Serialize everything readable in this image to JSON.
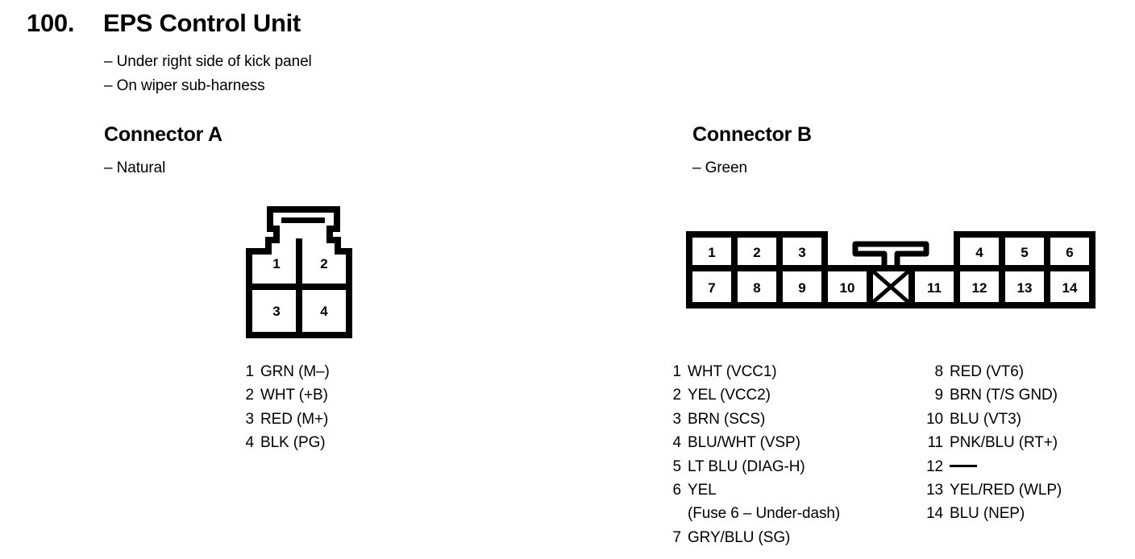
{
  "page": {
    "title_number": "100.",
    "title_text": "EPS Control Unit",
    "location_lines": [
      "– Under right side of kick panel",
      "– On wiper sub-harness"
    ],
    "ink_color": "#000000",
    "background_color": "#ffffff"
  },
  "connector_a": {
    "heading": "Connector A",
    "color_note": "– Natural",
    "cells": {
      "top_row": [
        "1",
        "2"
      ],
      "bottom_row": [
        "3",
        "4"
      ]
    },
    "pins": [
      {
        "no": "1",
        "desc": "GRN (M–)"
      },
      {
        "no": "2",
        "desc": "WHT (+B)"
      },
      {
        "no": "3",
        "desc": "RED (M+)"
      },
      {
        "no": "4",
        "desc": "BLK (PG)"
      }
    ]
  },
  "connector_b": {
    "heading": "Connector B",
    "color_note": "– Green",
    "cells": {
      "top_row_left": [
        "1",
        "2",
        "3"
      ],
      "top_row_right": [
        "4",
        "5",
        "6"
      ],
      "bottom_row_left": [
        "7",
        "8",
        "9",
        "10"
      ],
      "bottom_row_blank": "X",
      "bottom_row_right": [
        "11",
        "12",
        "13",
        "14"
      ]
    },
    "pins_left": [
      {
        "no": "1",
        "desc": "WHT (VCC1)"
      },
      {
        "no": "2",
        "desc": "YEL (VCC2)"
      },
      {
        "no": "3",
        "desc": "BRN (SCS)"
      },
      {
        "no": "4",
        "desc": "BLU/WHT (VSP)"
      },
      {
        "no": "5",
        "desc": "LT BLU (DIAG-H)"
      },
      {
        "no": "6",
        "desc": "YEL",
        "cont": "(Fuse 6 – Under-dash)"
      },
      {
        "no": "7",
        "desc": "GRY/BLU (SG)"
      }
    ],
    "pins_right": [
      {
        "no": "8",
        "desc": "RED (VT6)"
      },
      {
        "no": "9",
        "desc": "BRN (T/S GND)"
      },
      {
        "no": "10",
        "desc": "BLU (VT3)"
      },
      {
        "no": "11",
        "desc": "PNK/BLU (RT+)"
      },
      {
        "no": "12",
        "desc": "—"
      },
      {
        "no": "13",
        "desc": "YEL/RED (WLP)"
      },
      {
        "no": "14",
        "desc": "BLU (NEP)"
      }
    ]
  }
}
